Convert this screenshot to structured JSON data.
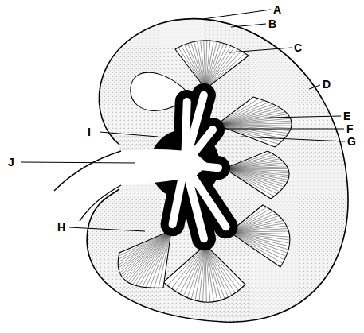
{
  "diagram": {
    "labels": [
      "A",
      "B",
      "C",
      "D",
      "E",
      "F",
      "G",
      "I",
      "J",
      "H"
    ]
  }
}
